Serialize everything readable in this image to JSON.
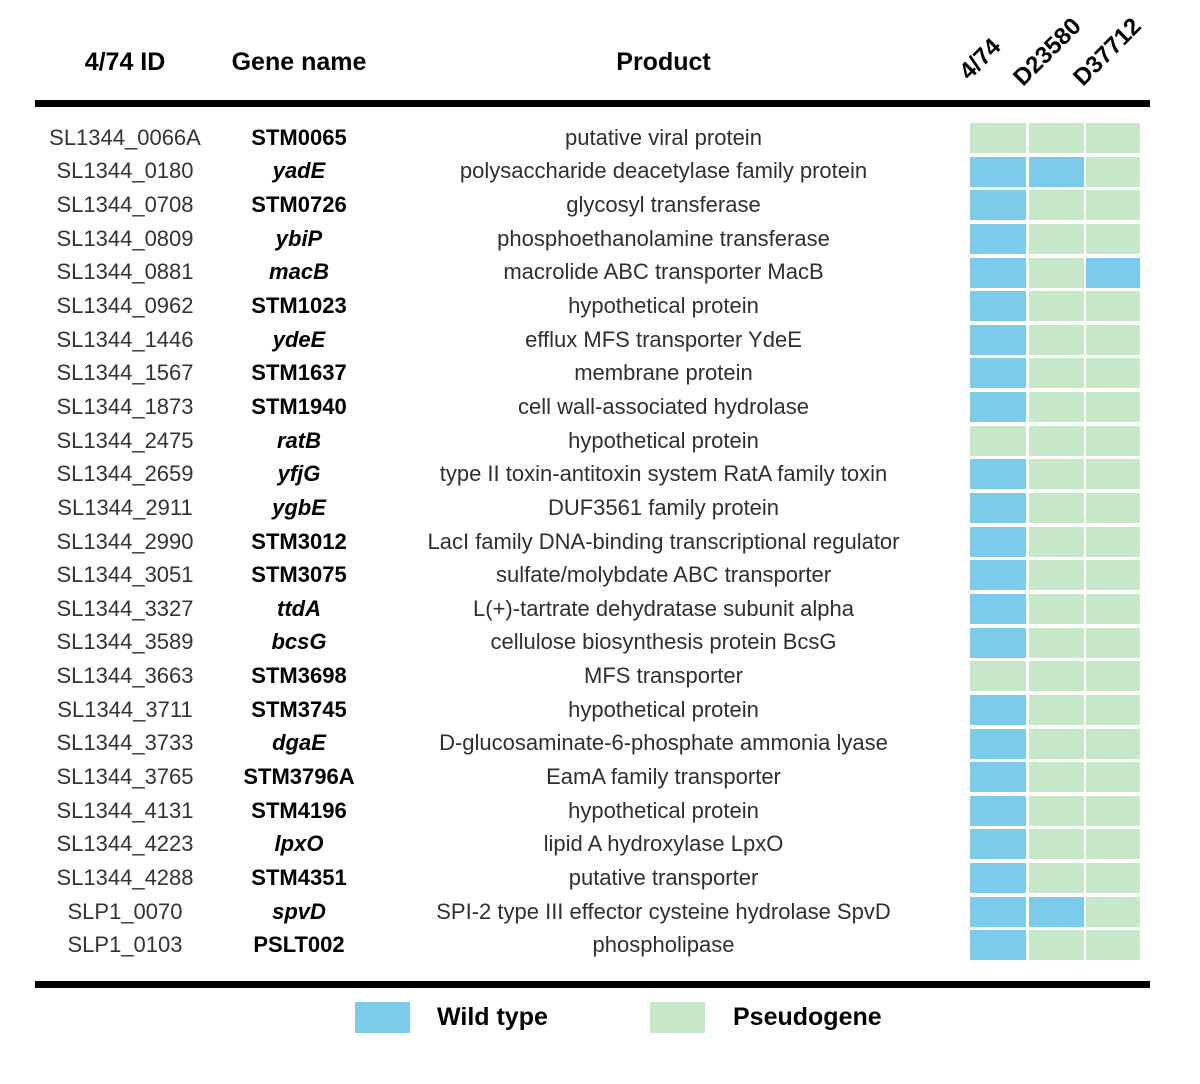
{
  "header": {
    "id_label": "4/74 ID",
    "gene_label": "Gene name",
    "product_label": "Product",
    "strain_labels": [
      "4/74",
      "D23580",
      "D37712"
    ]
  },
  "legend": {
    "wild_type": {
      "label": "Wild type",
      "color": "#7bcbea"
    },
    "pseudogene": {
      "label": "Pseudogene",
      "color": "#c6e7c8"
    }
  },
  "table": {
    "rows": [
      {
        "id": "SL1344_0066A",
        "gene": "STM0065",
        "italic": false,
        "product": "putative viral protein",
        "states": [
          "pseudogene",
          "pseudogene",
          "pseudogene"
        ]
      },
      {
        "id": "SL1344_0180",
        "gene": "yadE",
        "italic": true,
        "product": "polysaccharide deacetylase family protein",
        "states": [
          "wild_type",
          "wild_type",
          "pseudogene"
        ]
      },
      {
        "id": "SL1344_0708",
        "gene": "STM0726",
        "italic": false,
        "product": "glycosyl transferase",
        "states": [
          "wild_type",
          "pseudogene",
          "pseudogene"
        ]
      },
      {
        "id": "SL1344_0809",
        "gene": "ybiP",
        "italic": true,
        "product": "phosphoethanolamine transferase",
        "states": [
          "wild_type",
          "pseudogene",
          "pseudogene"
        ]
      },
      {
        "id": "SL1344_0881",
        "gene": "macB",
        "italic": true,
        "product": "macrolide ABC transporter MacB",
        "states": [
          "wild_type",
          "pseudogene",
          "wild_type"
        ]
      },
      {
        "id": "SL1344_0962",
        "gene": "STM1023",
        "italic": false,
        "product": "hypothetical protein",
        "states": [
          "wild_type",
          "pseudogene",
          "pseudogene"
        ]
      },
      {
        "id": "SL1344_1446",
        "gene": "ydeE",
        "italic": true,
        "product": "efflux MFS transporter YdeE",
        "states": [
          "wild_type",
          "pseudogene",
          "pseudogene"
        ]
      },
      {
        "id": "SL1344_1567",
        "gene": "STM1637",
        "italic": false,
        "product": "membrane protein",
        "states": [
          "wild_type",
          "pseudogene",
          "pseudogene"
        ]
      },
      {
        "id": "SL1344_1873",
        "gene": "STM1940",
        "italic": false,
        "product": "cell wall-associated hydrolase",
        "states": [
          "wild_type",
          "pseudogene",
          "pseudogene"
        ]
      },
      {
        "id": "SL1344_2475",
        "gene": "ratB",
        "italic": true,
        "product": "hypothetical protein",
        "states": [
          "pseudogene",
          "pseudogene",
          "pseudogene"
        ]
      },
      {
        "id": "SL1344_2659",
        "gene": "yfjG",
        "italic": true,
        "product": "type II toxin-antitoxin system RatA family toxin",
        "states": [
          "wild_type",
          "pseudogene",
          "pseudogene"
        ]
      },
      {
        "id": "SL1344_2911",
        "gene": "ygbE",
        "italic": true,
        "product": "DUF3561 family protein",
        "states": [
          "wild_type",
          "pseudogene",
          "pseudogene"
        ]
      },
      {
        "id": "SL1344_2990",
        "gene": "STM3012",
        "italic": false,
        "product": "LacI family DNA-binding transcriptional regulator",
        "states": [
          "wild_type",
          "pseudogene",
          "pseudogene"
        ]
      },
      {
        "id": "SL1344_3051",
        "gene": "STM3075",
        "italic": false,
        "product": "sulfate/molybdate ABC transporter",
        "states": [
          "wild_type",
          "pseudogene",
          "pseudogene"
        ]
      },
      {
        "id": "SL1344_3327",
        "gene": "ttdA",
        "italic": true,
        "product": "L(+)-tartrate dehydratase subunit alpha",
        "states": [
          "wild_type",
          "pseudogene",
          "pseudogene"
        ]
      },
      {
        "id": "SL1344_3589",
        "gene": "bcsG",
        "italic": true,
        "product": "cellulose biosynthesis protein BcsG",
        "states": [
          "wild_type",
          "pseudogene",
          "pseudogene"
        ]
      },
      {
        "id": "SL1344_3663",
        "gene": "STM3698",
        "italic": false,
        "product": "MFS transporter",
        "states": [
          "pseudogene",
          "pseudogene",
          "pseudogene"
        ]
      },
      {
        "id": "SL1344_3711",
        "gene": "STM3745",
        "italic": false,
        "product": "hypothetical protein",
        "states": [
          "wild_type",
          "pseudogene",
          "pseudogene"
        ]
      },
      {
        "id": "SL1344_3733",
        "gene": "dgaE",
        "italic": true,
        "product": "D-glucosaminate-6-phosphate ammonia lyase",
        "states": [
          "wild_type",
          "pseudogene",
          "pseudogene"
        ]
      },
      {
        "id": "SL1344_3765",
        "gene": "STM3796A",
        "italic": false,
        "product": "EamA family transporter",
        "states": [
          "wild_type",
          "pseudogene",
          "pseudogene"
        ]
      },
      {
        "id": "SL1344_4131",
        "gene": "STM4196",
        "italic": false,
        "product": "hypothetical protein",
        "states": [
          "wild_type",
          "pseudogene",
          "pseudogene"
        ]
      },
      {
        "id": "SL1344_4223",
        "gene": "lpxO",
        "italic": true,
        "product": "lipid A hydroxylase LpxO",
        "states": [
          "wild_type",
          "pseudogene",
          "pseudogene"
        ]
      },
      {
        "id": "SL1344_4288",
        "gene": "STM4351",
        "italic": false,
        "product": "putative transporter",
        "states": [
          "wild_type",
          "pseudogene",
          "pseudogene"
        ]
      },
      {
        "id": "SLP1_0070",
        "gene": "spvD",
        "italic": true,
        "product": "SPI-2 type III effector cysteine hydrolase SpvD",
        "states": [
          "wild_type",
          "wild_type",
          "pseudogene"
        ]
      },
      {
        "id": "SLP1_0103",
        "gene": "PSLT002",
        "italic": false,
        "product": "phospholipase",
        "states": [
          "wild_type",
          "pseudogene",
          "pseudogene"
        ]
      }
    ]
  }
}
